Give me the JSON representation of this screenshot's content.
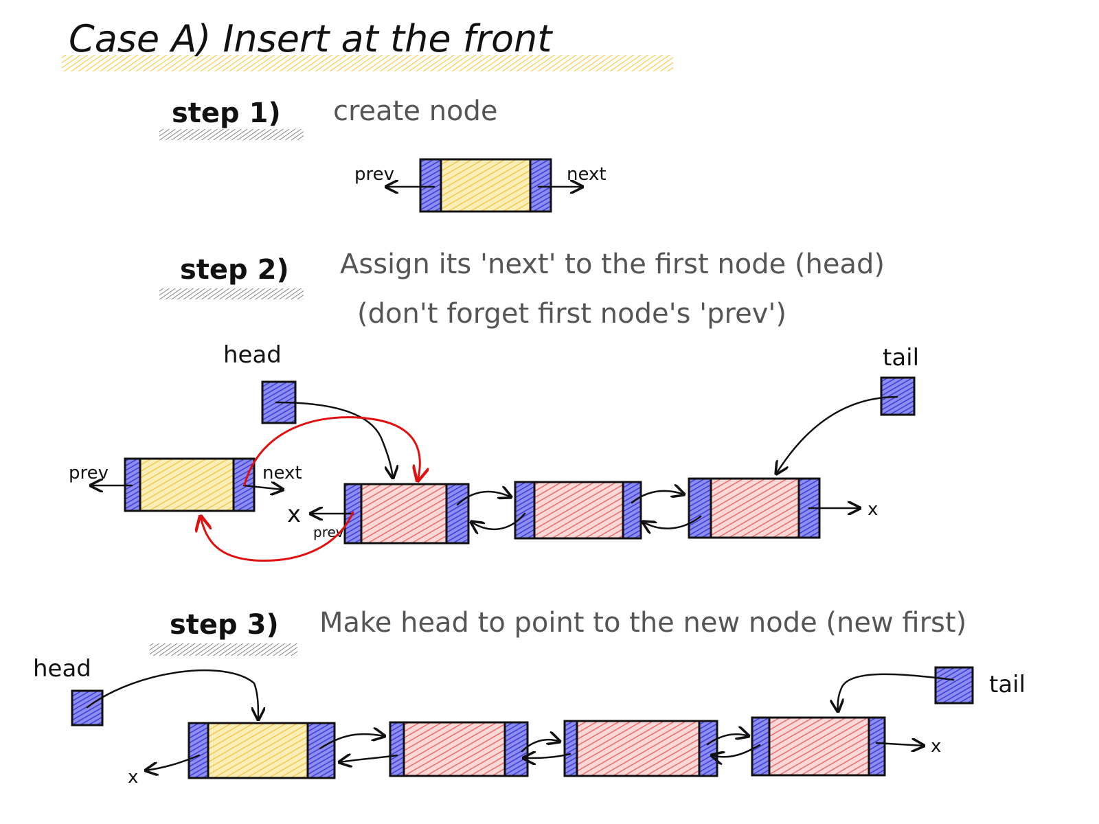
{
  "title": "Case A) Insert at the front",
  "colors": {
    "accent_blue": "#3b3bd8",
    "new_node_yellow": "#f2c94c",
    "existing_node_red": "#ef6a6a",
    "highlight_underline": "#f4cf4f",
    "new_link_red": "#e01010"
  },
  "step1": {
    "label": "step 1)",
    "text": "create node"
  },
  "step2": {
    "label": "step 2)",
    "line1": "Assign its 'next' to the first node (head)",
    "line2": "(don't forget first node's 'prev')"
  },
  "step3": {
    "label": "step 3)",
    "text": "Make head to point to the new node (new first)"
  },
  "labels": {
    "prev": "prev",
    "next": "next",
    "head": "head",
    "tail": "tail",
    "null": "x"
  }
}
